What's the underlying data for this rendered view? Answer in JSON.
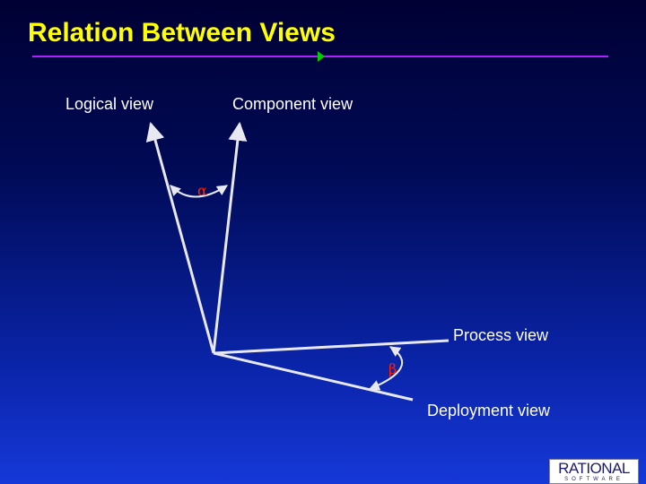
{
  "title": "Relation Between Views",
  "labels": {
    "logical": "Logical view",
    "component": "Component view",
    "process": "Process view",
    "deployment": "Deployment view"
  },
  "angles": {
    "alpha": "α",
    "beta": "β"
  },
  "logo": {
    "wordmark": "RATIONAL",
    "subline": "SOFTWARE"
  },
  "colors": {
    "title": "#ffff00",
    "rule": "#b020ff",
    "accent_arrow": "#00cc00",
    "greek": "#ff2200",
    "lines": "#e8e8f0"
  }
}
